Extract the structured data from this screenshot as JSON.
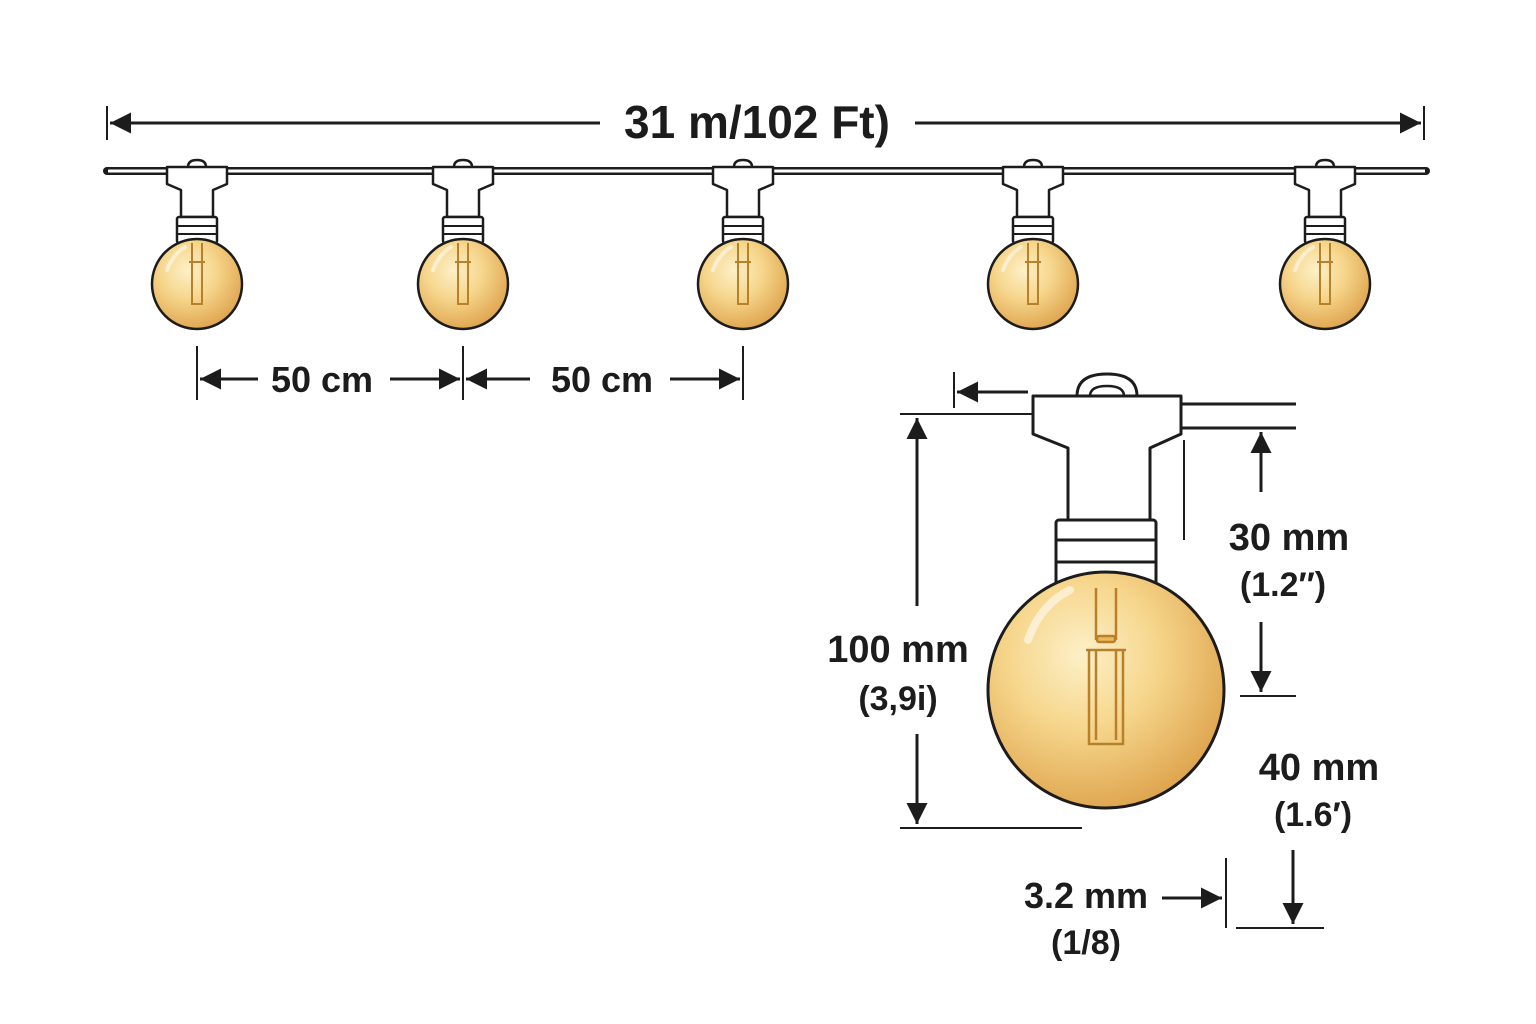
{
  "labels": {
    "total_length": "31 m/102 Ft)",
    "spacing_1": "50 cm",
    "spacing_2": "50 cm",
    "height_main": "100 mm",
    "height_sub": "(3,9i)",
    "socket_main": "30 mm",
    "socket_sub": "(1.2″)",
    "bulb_main": "40 mm",
    "bulb_sub": "(1.6′)",
    "wire_main": "3.2 mm",
    "wire_sub": "(1/8)"
  },
  "string": {
    "bulb_count": 5
  },
  "colors": {
    "line": "#1c1c1c",
    "socket": "#ffffff",
    "bulb_inner": "#fbe3a6",
    "bulb_outer": "#e0a54a",
    "filament": "#c98a2c"
  }
}
